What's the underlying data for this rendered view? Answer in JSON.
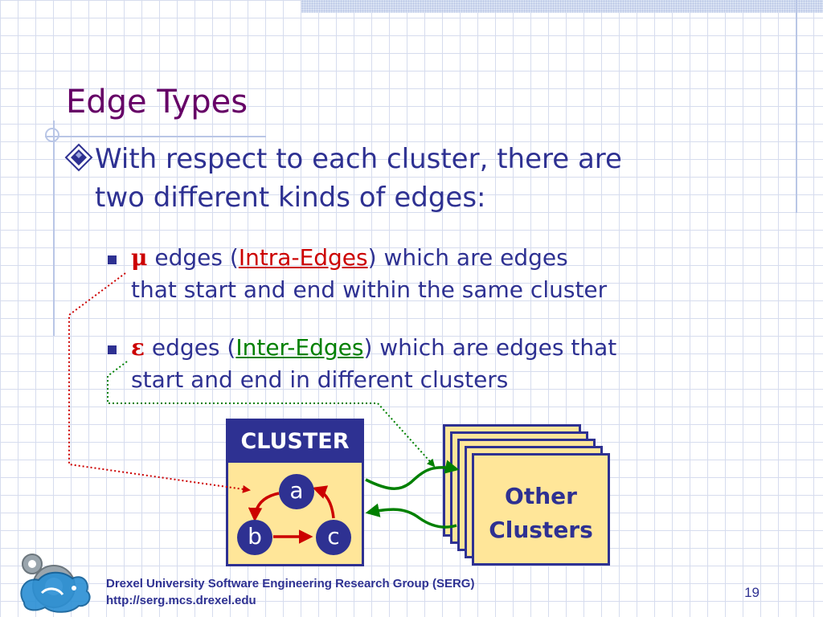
{
  "slide": {
    "title": "Edge Types",
    "bullet": {
      "text_line1": "With respect to each cluster, there are",
      "text_line2": "two different kinds of edges:"
    },
    "sub_bullets": [
      {
        "symbol": "μ",
        "pre": " edges (",
        "term": "Intra-Edges",
        "post_line1": ") which are edges",
        "line2": "that start and end within the same cluster"
      },
      {
        "symbol": "ε",
        "pre": " edges (",
        "term": "Inter-Edges",
        "post_line1": ") which are edges that",
        "line2": "start and end in different clusters"
      }
    ],
    "diagram": {
      "cluster_label": "CLUSTER",
      "nodes": [
        "a",
        "b",
        "c"
      ],
      "other_line1": "Other",
      "other_line2": "Clusters"
    },
    "footer": {
      "line1": "Drexel University Software Engineering Research Group (SERG)",
      "line2": "http://serg.mcs.drexel.edu"
    },
    "page_number": "19"
  },
  "colors": {
    "title": "#660066",
    "text": "#2e3192",
    "intra": "#cc0000",
    "inter": "#008000",
    "box_fill": "#ffe699"
  },
  "icons": [
    "diamond-bullet-icon",
    "square-bullet-icon",
    "gear-dragon-logo-icon"
  ]
}
